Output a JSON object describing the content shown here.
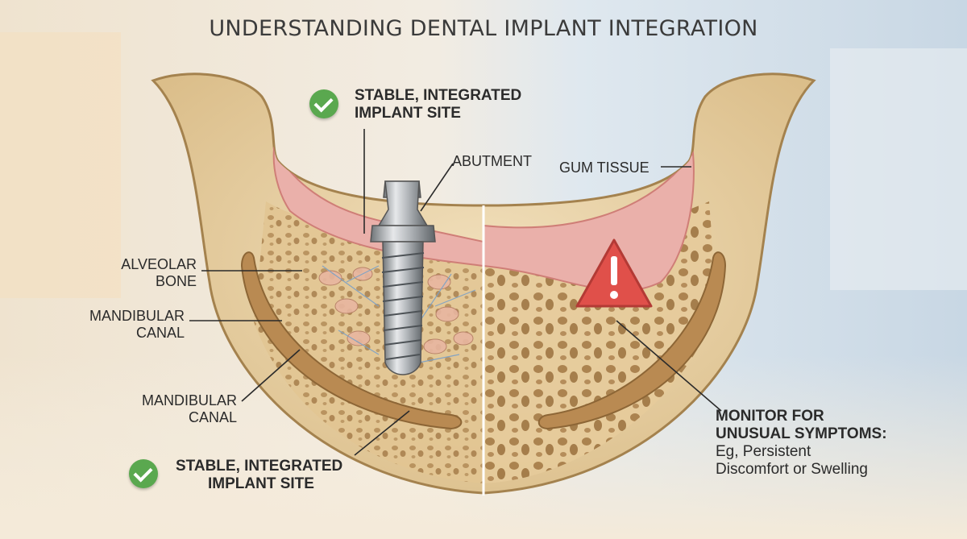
{
  "title": "UNDERSTANDING DENTAL IMPLANT INTEGRATION",
  "labels": {
    "stable_top_line1": "STABLE, INTEGRATED",
    "stable_top_line2": "IMPLANT SITE",
    "abutment": "ABUTMENT",
    "gum_tissue": "GUM TISSUE",
    "alveolar_line1": "ALVEOLAR",
    "alveolar_line2": "BONE",
    "canal_upper_line1": "MANDIBULAR",
    "canal_upper_line2": "CANAL",
    "canal_lower_line1": "MANDIBULAR",
    "canal_lower_line2": "CANAL",
    "stable_bottom_line1": "STABLE, INTEGRATED",
    "stable_bottom_line2": "IMPLANT SITE",
    "monitor_line1": "MONITOR FOR",
    "monitor_line2": "UNUSUAL SYMPTOMS:",
    "monitor_line3": "Eg, Persistent",
    "monitor_line4": "Discomfort or Swelling"
  },
  "icons": {
    "check": "check-circle-icon",
    "warning": "warning-triangle-icon"
  },
  "colors": {
    "bone": "#e9d3a6",
    "gum": "#e9a7a3",
    "check_green": "#5aa84f",
    "warning_red": "#e0504a",
    "metal": "#9ea3a8"
  }
}
